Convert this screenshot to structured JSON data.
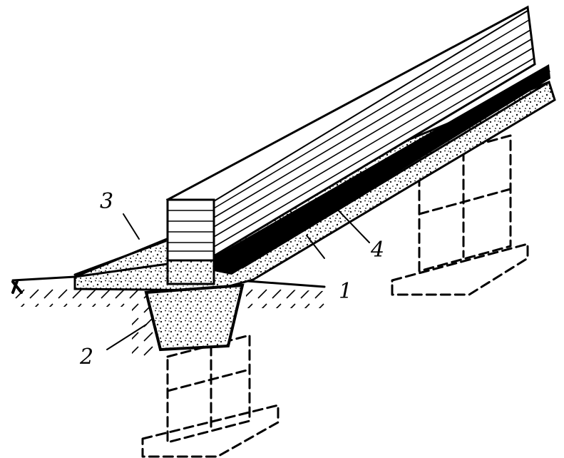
{
  "figure": {
    "callouts": [
      {
        "id": "1",
        "text": "1"
      },
      {
        "id": "2",
        "text": "2"
      },
      {
        "id": "3",
        "text": "3"
      },
      {
        "id": "4",
        "text": "4"
      }
    ],
    "colors": {
      "ink": "#000000",
      "paper": "#ffffff"
    }
  }
}
